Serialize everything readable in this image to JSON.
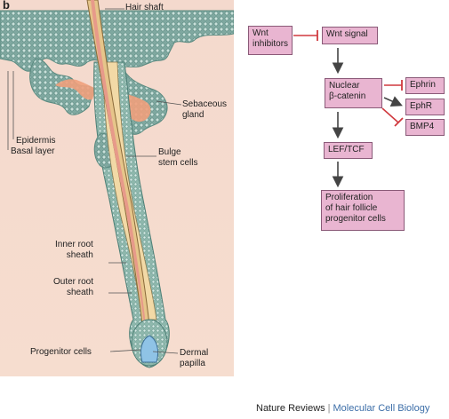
{
  "panel_letter": "b",
  "labels": {
    "hair_shaft": "Hair shaft",
    "sebaceous_gland": "Sebaceous\ngland",
    "epidermis": "Epidermis",
    "basal_layer": "Basal layer",
    "bulge_stem_cells": "Bulge\nstem cells",
    "inner_root_sheath": "Inner root\nsheath",
    "outer_root_sheath": "Outer root\nsheath",
    "progenitor_cells": "Progenitor cells",
    "dermal_papilla": "Dermal\npapilla"
  },
  "flow": {
    "wnt_inhibitors": "Wnt\ninhibitors",
    "wnt_signal": "Wnt signal",
    "nuclear_beta_catenin": "Nuclear\nβ-catenin",
    "ephrin": "Ephrin",
    "ephr": "EphR",
    "bmp4": "BMP4",
    "lef_tcf": "LEF/TCF",
    "proliferation": "Proliferation\nof hair follicle\nprogenitor cells"
  },
  "footer": {
    "journal": "Nature Reviews",
    "separator": "|",
    "section": "Molecular Cell Biology"
  },
  "colors": {
    "box_fill": "#e9b5d1",
    "epidermis_teal": "#7fa8a0",
    "inhibit_red": "#d0393e",
    "arrow_dark": "#444444"
  }
}
